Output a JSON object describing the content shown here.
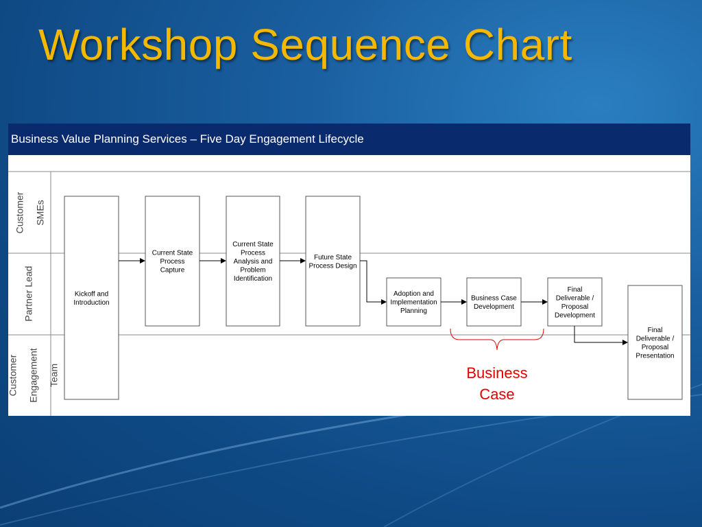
{
  "title": "Workshop Sequence Chart",
  "diagram": {
    "header": "Business Value Planning Services – Five Day Engagement Lifecycle",
    "lanes": [
      {
        "id": "customer-smes",
        "label": [
          "Customer",
          "SMEs"
        ]
      },
      {
        "id": "partner-lead",
        "label": [
          "Partner Lead"
        ]
      },
      {
        "id": "customer-engagement-team",
        "label": [
          "Customer",
          "Engagement",
          "Team"
        ]
      }
    ],
    "steps": [
      {
        "id": "kickoff",
        "lines": [
          "Kickoff and",
          "Introduction"
        ]
      },
      {
        "id": "current-state-capture",
        "lines": [
          "Current State",
          "Process",
          "Capture"
        ]
      },
      {
        "id": "current-state-analysis",
        "lines": [
          "Current State",
          "Process",
          "Analysis and",
          "Problem",
          "Identification"
        ]
      },
      {
        "id": "future-state-design",
        "lines": [
          "Future State",
          "Process Design"
        ]
      },
      {
        "id": "adoption-planning",
        "lines": [
          "Adoption and",
          "Implementation",
          "Planning"
        ]
      },
      {
        "id": "business-case-development",
        "lines": [
          "Business Case",
          "Development"
        ]
      },
      {
        "id": "final-deliverable-development",
        "lines": [
          "Final",
          "Deliverable /",
          "Proposal",
          "Development"
        ]
      },
      {
        "id": "final-deliverable-presentation",
        "lines": [
          "Final",
          "Deliverable /",
          "Proposal",
          "Presentation"
        ]
      }
    ],
    "callout": {
      "line1": "Business",
      "line2": "Case",
      "color": "#e00000"
    }
  },
  "colors": {
    "title": "#f5b800",
    "header_bg": "#0a2a6e",
    "background": "#1a5fa0"
  }
}
